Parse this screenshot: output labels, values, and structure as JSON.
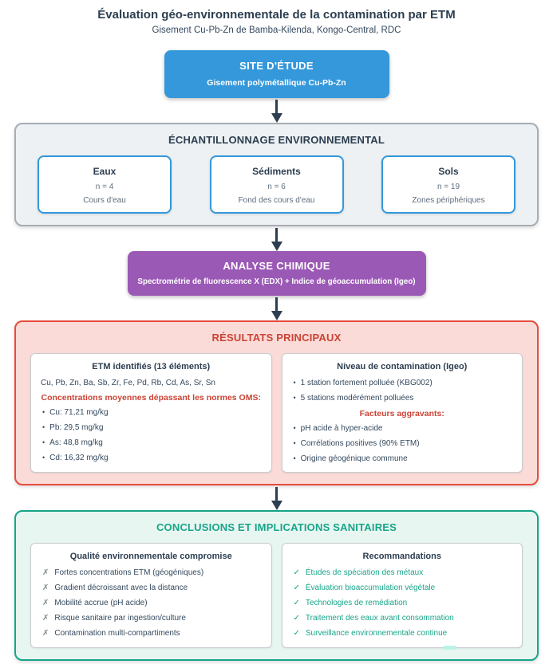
{
  "header": {
    "title": "Évaluation géo-environnementale de la contamination par ETM",
    "subtitle": "Gisement Cu-Pb-Zn de Bamba-Kilenda, Kongo-Central, RDC"
  },
  "site": {
    "title": "SITE D'ÉTUDE",
    "subtitle": "Gisement polymétallique Cu-Pb-Zn"
  },
  "sampling": {
    "title": "ÉCHANTILLONNAGE ENVIRONNEMENTAL",
    "boxes": [
      {
        "title": "Eaux",
        "count": "n = 4",
        "desc": "Cours d'eau"
      },
      {
        "title": "Sédiments",
        "count": "n = 6",
        "desc": "Fond des cours d'eau"
      },
      {
        "title": "Sols",
        "count": "n = 19",
        "desc": "Zones périphériques"
      }
    ]
  },
  "analysis": {
    "title": "ANALYSE CHIMIQUE",
    "subtitle": "Spectrométrie de fluorescence X (EDX) + Indice de géoaccumulation (Igeo)"
  },
  "results": {
    "title": "RÉSULTATS PRINCIPAUX",
    "etm": {
      "title": "ETM identifiés (13 éléments)",
      "elements": "Cu, Pb, Zn, Ba, Sb, Zr, Fe, Pd, Rb, Cd, As, Sr, Sn",
      "exceed_title": "Concentrations moyennes dépassant les normes OMS:",
      "items": [
        "Cu: 71,21 mg/kg",
        "Pb: 29,5 mg/kg",
        "As: 48,8 mg/kg",
        "Cd: 16,32 mg/kg"
      ]
    },
    "igeo": {
      "title": "Niveau de contamination (Igeo)",
      "items": [
        "1 station fortement polluée (KBG002)",
        "5 stations modérément polluées"
      ],
      "factors_title": "Facteurs aggravants:",
      "factors": [
        "pH acide à hyper-acide",
        "Corrélations positives (90% ETM)",
        "Origine géogénique commune"
      ]
    }
  },
  "conclusions": {
    "title": "CONCLUSIONS ET IMPLICATIONS SANITAIRES",
    "quality": {
      "title": "Qualité environnementale compromise",
      "items": [
        "Fortes concentrations ETM (géogéniques)",
        "Gradient décroissant avec la distance",
        "Mobilité accrue (pH acide)",
        "Risque sanitaire par ingestion/culture",
        "Contamination multi-compartiments"
      ]
    },
    "recommendations": {
      "title": "Recommandations",
      "items": [
        "Études de spéciation des métaux",
        "Évaluation bioaccumulation végétale",
        "Technologies de remédiation",
        "Traitement des eaux avant consommation",
        "Surveillance environnementale continue"
      ]
    }
  },
  "icons": {
    "bullet": "•",
    "cross": "✗",
    "check": "✓"
  },
  "colors": {
    "blue": "#3498db",
    "purple": "#9b59b6",
    "red_border": "#e74c3c",
    "red_text": "#cb4335",
    "red_bg": "#fadbd8",
    "teal": "#17a589",
    "teal_bg": "#e8f6f1",
    "gray_bg": "#edf1f3",
    "gray_border": "#a6adb3",
    "dark_text": "#2c3e50",
    "body_text": "#34495e",
    "arrow": "#2c3e50"
  }
}
